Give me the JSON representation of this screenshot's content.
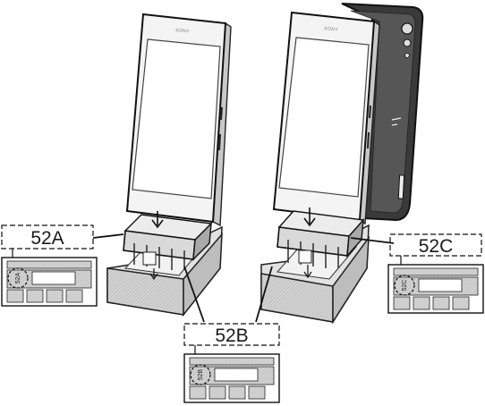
{
  "labels": {
    "a": "52A",
    "b": "52B",
    "c": "52C"
  },
  "chip_labels": {
    "a": "52A",
    "b": "52B",
    "c": "52C"
  },
  "phone_brand": "SONY"
}
